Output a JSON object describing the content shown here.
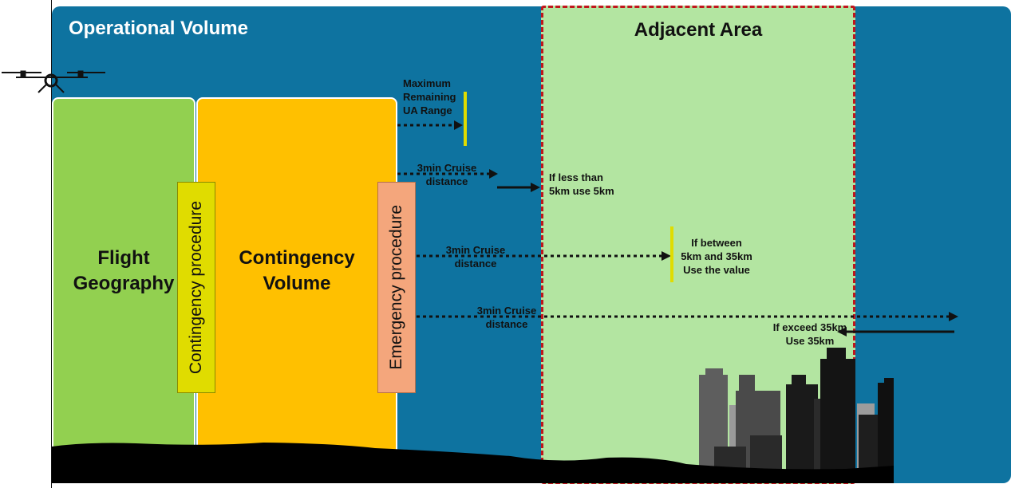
{
  "diagram": {
    "operational_volume": "Operational Volume",
    "adjacent_area": "Adjacent Area",
    "flight_geography_line1": "Flight",
    "flight_geography_line2": "Geography",
    "contingency_volume_line1": "Contingency",
    "contingency_volume_line2": "Volume",
    "contingency_procedure": "Contingency procedure",
    "emergency_procedure": "Emergency procedure",
    "max_range_line1": "Maximum",
    "max_range_line2": "Remaining",
    "max_range_line3": "UA Range",
    "cruise1_line1": "3min Cruise",
    "cruise1_line2": "distance",
    "cruise2_line1": "3min Cruise",
    "cruise2_line2": "distance",
    "cruise3_line1": "3min Cruise",
    "cruise3_line2": "distance",
    "less_line1": "If less than",
    "less_line2": "5km use 5km",
    "between_line1": "If between",
    "between_line2": "5km and 35km",
    "between_line3": "Use the value",
    "exceed_line1": "If exceed 35km",
    "exceed_line2": "Use 35km"
  },
  "colors": {
    "operational_volume": "#0e73a0",
    "adjacent_area": "#b3e5a1",
    "adjacent_border": "#c0161c",
    "flight_geography": "#92d050",
    "contingency_volume": "#ffc000",
    "contingency_procedure": "#e0dc00",
    "emergency_procedure": "#f4a67c"
  },
  "icons": [
    "drone-icon",
    "city-skyline",
    "ground-silhouette"
  ]
}
